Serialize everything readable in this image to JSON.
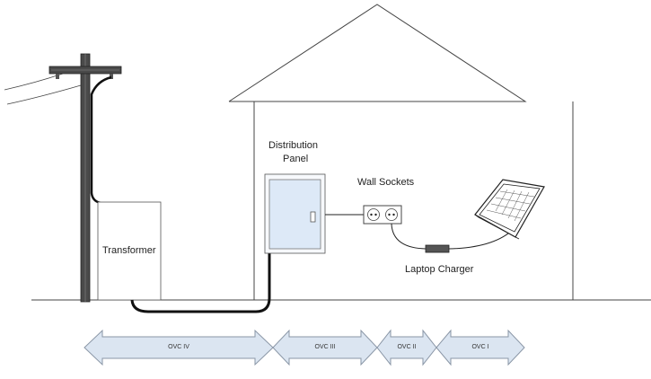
{
  "labels": {
    "transformer": "Transformer",
    "distribution_panel_line1": "Distribution",
    "distribution_panel_line2": "Panel",
    "wall_sockets": "Wall Sockets",
    "laptop_charger": "Laptop Charger"
  },
  "categories": [
    {
      "label": "OVC IV"
    },
    {
      "label": "OVC III"
    },
    {
      "label": "OVC II"
    },
    {
      "label": "OVC I"
    }
  ],
  "colors": {
    "arrow_fill": "#dbe5f1",
    "panel_fill": "#dde9f7",
    "stroke": "#444444"
  }
}
